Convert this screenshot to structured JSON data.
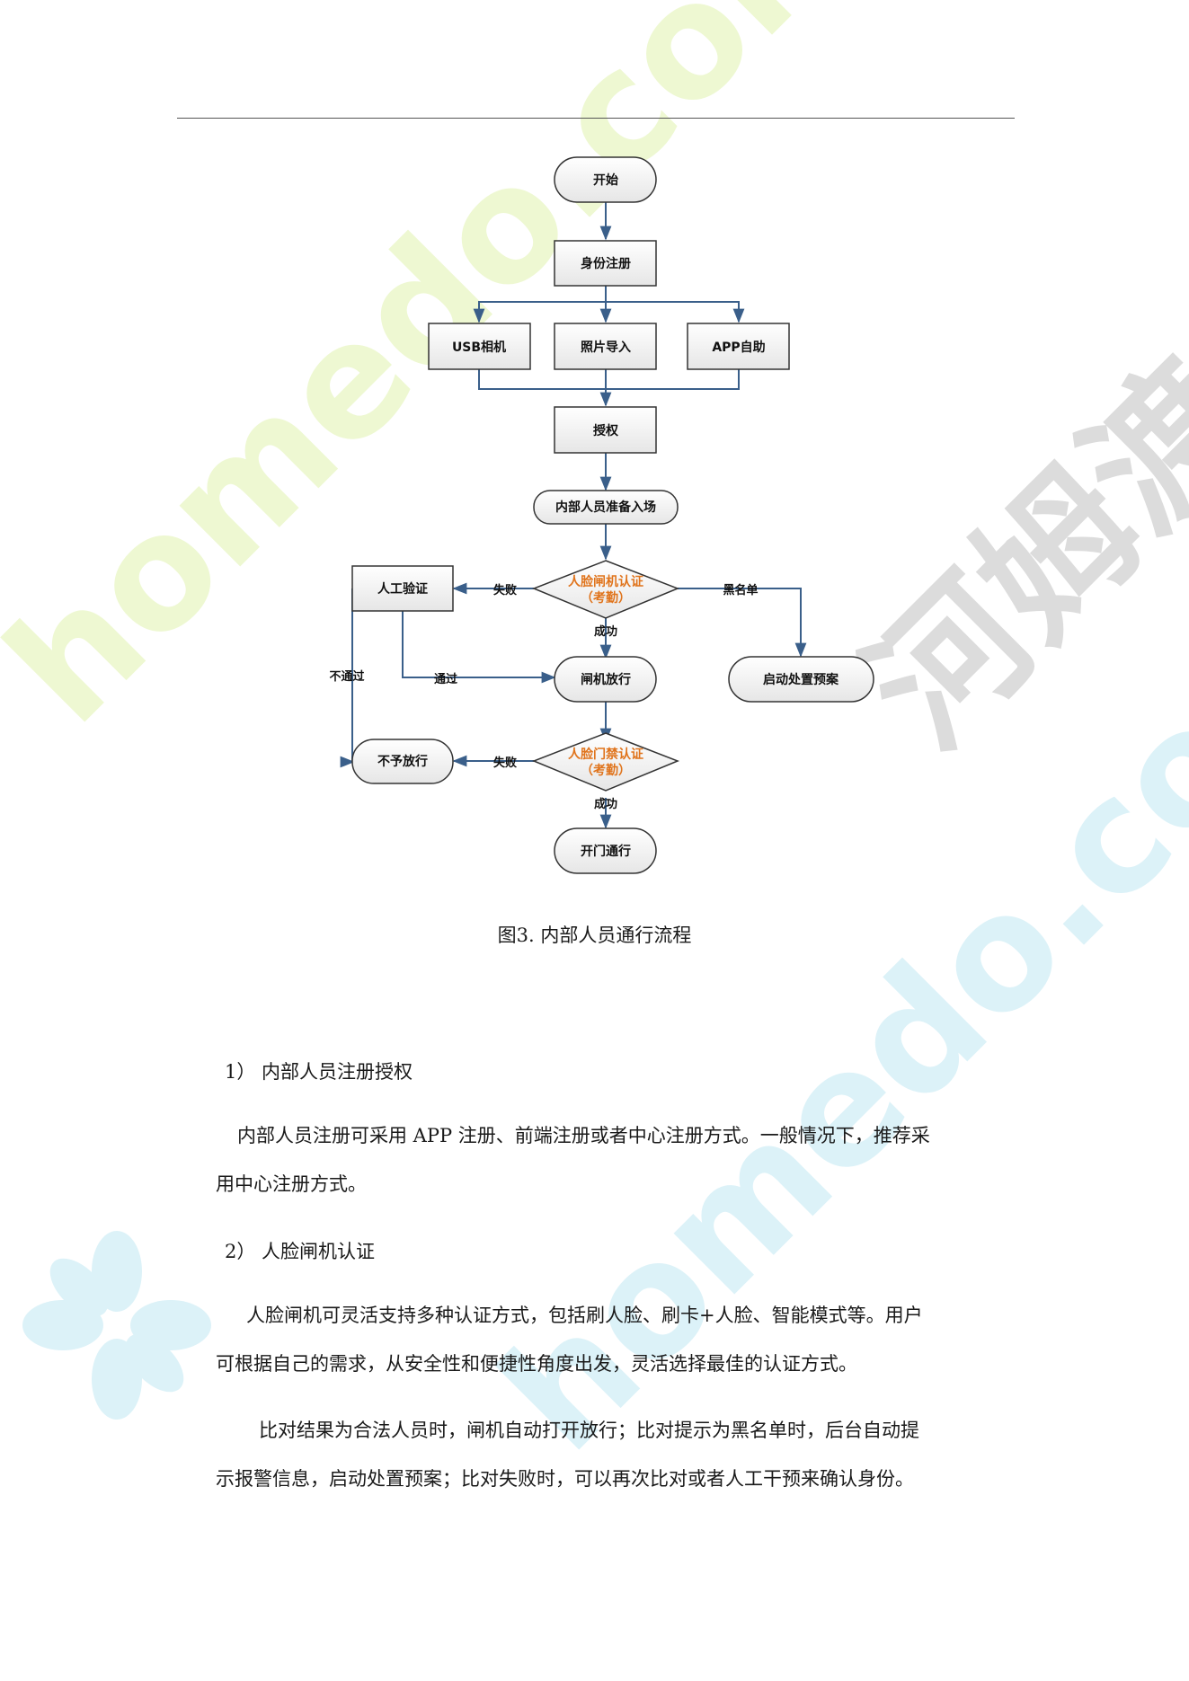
{
  "flow": {
    "start": "开始",
    "identity_register": "身份注册",
    "usb_camera": "USB相机",
    "photo_import": "照片导入",
    "app_self": "APP自助",
    "authorize": "授权",
    "staff_prepare": "内部人员准备入场",
    "gate_auth_line1": "人脸闸机认证",
    "gate_auth_line2": "（考勤）",
    "manual_verify": "人工验证",
    "gate_release": "闸机放行",
    "start_plan": "启动处置预案",
    "door_auth_line1": "人脸门禁认证",
    "door_auth_line2": "（考勤）",
    "deny": "不予放行",
    "open_door": "开门通行",
    "fail_1": "失败",
    "blacklist": "黑名单",
    "success_1": "成功",
    "pass": "通过",
    "not_pass": "不通过",
    "fail_2": "失败",
    "success_2": "成功"
  },
  "caption": "图3. 内部人员通行流程",
  "sections": {
    "s1_heading": "1）  内部人员注册授权",
    "s1_p1_line1": "内部人员注册可采用 APP 注册、前端注册或者中心注册方式。一般情况下，推荐采",
    "s1_p1_line2": "用中心注册方式。",
    "s2_heading": "2）  人脸闸机认证",
    "s2_p1_line1": "人脸闸机可灵活支持多种认证方式，包括刷人脸、刷卡+人脸、智能模式等。用户",
    "s2_p1_line2": "可根据自己的需求，从安全性和便捷性角度出发，灵活选择最佳的认证方式。",
    "s2_p2_line1": "比对结果为合法人员时，闸机自动打开放行；比对提示为黑名单时，后台自动提",
    "s2_p2_line2": "示报警信息，启动处置预案；比对失败时，可以再次比对或者人工干预来确认身份。"
  },
  "watermarks": {
    "w1": "homedo.com",
    "w2": "homedo.com",
    "w3": "河姆渡"
  },
  "colors": {
    "node_stroke": "#333333",
    "box_fill": "#f2f2f2",
    "arrow": "#3a5f8a",
    "auth_text": "#e0741c",
    "wm_green": "#eef8d2",
    "wm_cyan": "#dcf2f8",
    "wm_gray": "#dcdcdc"
  }
}
